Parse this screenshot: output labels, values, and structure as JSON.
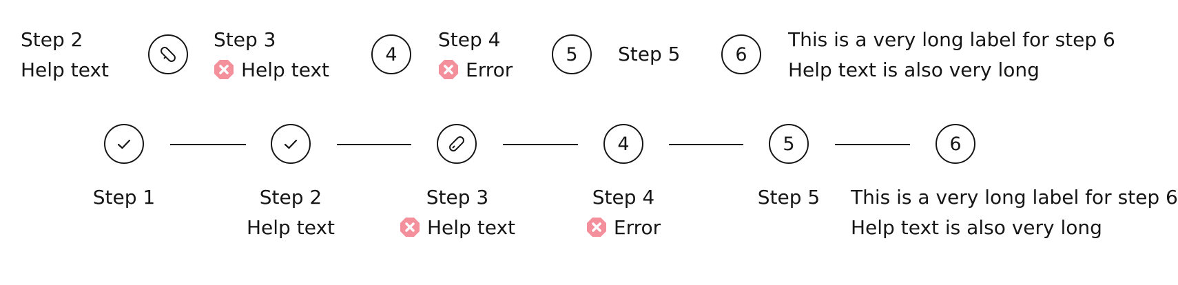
{
  "top_row": {
    "step2": {
      "label": "Step 2",
      "help": "Help text"
    },
    "step3": {
      "label": "Step 3",
      "help": "Help text"
    },
    "step4": {
      "label": "Step 4",
      "number": "4",
      "help": "Error"
    },
    "step5": {
      "label": "Step 5",
      "number": "5"
    },
    "step6": {
      "label": "This is a very long label for step 6",
      "number": "6",
      "help": "Help text is also very long"
    }
  },
  "bottom_row": {
    "step1": {
      "label": "Step 1"
    },
    "step2": {
      "label": "Step 2",
      "help": "Help text"
    },
    "step3": {
      "label": "Step 3",
      "help": "Help text"
    },
    "step4": {
      "label": "Step 4",
      "number": "4",
      "help": "Error"
    },
    "step5": {
      "label": "Step 5",
      "number": "5"
    },
    "step6": {
      "label": "This is a very long label for step 6",
      "number": "6",
      "help": "Help text is also very long"
    }
  },
  "colors": {
    "text": "#161616",
    "error": "#f4909c"
  },
  "icons": {
    "complete": "check-icon",
    "editing": "pencil-icon",
    "error": "error-icon"
  }
}
